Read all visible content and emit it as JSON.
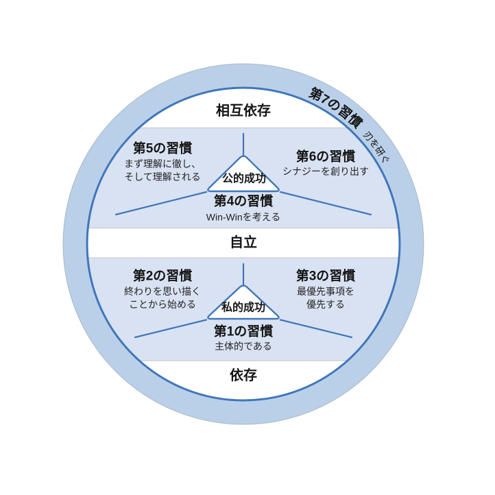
{
  "colors": {
    "background": "#ffffff",
    "ring_fill": "#bad0e9",
    "band_fill": "#d9e2f2",
    "line_stroke": "#3f76ba",
    "band_edge": "#c8cbd2",
    "outer_edge": "#9aa7b4",
    "text": "#141414"
  },
  "arc_labels": {
    "habit7_title": "第7の習慣",
    "habit7_name": "刃を研ぐ"
  },
  "stages": {
    "interdependence": "相互依存",
    "independence": "自立",
    "dependence": "依存"
  },
  "public_victory": {
    "label": "公的成功",
    "habit5": {
      "title": "第5の習慣",
      "line1": "まず理解に徹し、",
      "line2": "そして理解される"
    },
    "habit6": {
      "title": "第6の習慣",
      "desc": "シナジーを創り出す"
    },
    "habit4": {
      "title": "第4の習慣",
      "desc": "Win-Winを考える"
    }
  },
  "private_victory": {
    "label": "私的成功",
    "habit2": {
      "title": "第2の習慣",
      "line1": "終わりを思い描く",
      "line2": "ことから始める"
    },
    "habit3": {
      "title": "第3の習慣",
      "line1": "最優先事項を",
      "line2": "優先する"
    },
    "habit1": {
      "title": "第1の習慣",
      "desc": "主体的である"
    }
  }
}
